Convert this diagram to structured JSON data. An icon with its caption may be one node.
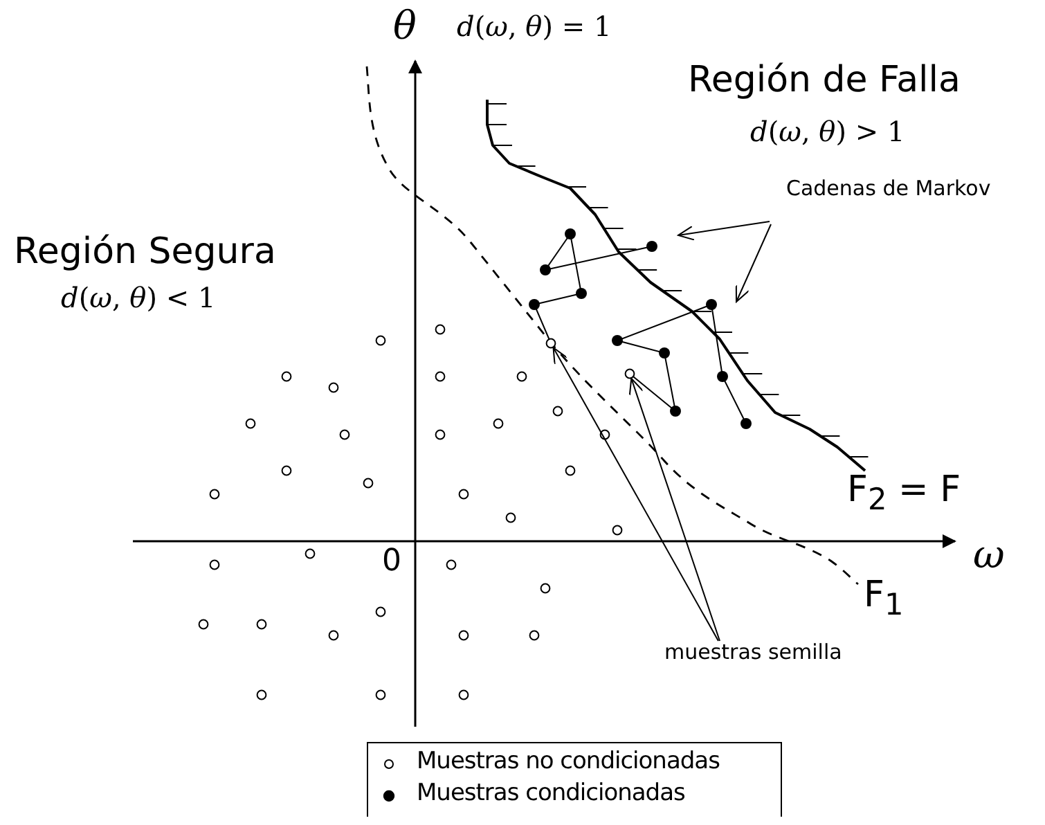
{
  "diagram": {
    "nodes": [
      {
        "text": [
          "Cadenas de Markov"
        ]
      },
      {
        "text": [
          "muestras semilla"
        ]
      },
      {
        "text": [],
        "shape": "circle"
      },
      {
        "text": [],
        "shape": "circle"
      }
    ],
    "edges": [
      {
        "from": 0,
        "to": null,
        "arrow": "to"
      },
      {
        "from": 0,
        "to": null,
        "arrow": "to"
      },
      {
        "from": 1,
        "to": 2,
        "arrow": "to"
      },
      {
        "from": 1,
        "to": 3,
        "arrow": "to"
      }
    ],
    "labels": [
      "θ",
      "*d*(*ω*, *θ*) = 1",
      "Región de Falla",
      "*d*(*ω*, *θ*) > 1",
      "Región Segura",
      "*d*(*ω*, *θ*) < 1",
      "0",
      "ω",
      "F$_{2}$ = F",
      "F$_{1}$"
    ],
    "legend": [
      {
        "text": "Muestras no condicionadas"
      },
      {
        "text": "Muestras condicionadas"
      }
    ]
  }
}
